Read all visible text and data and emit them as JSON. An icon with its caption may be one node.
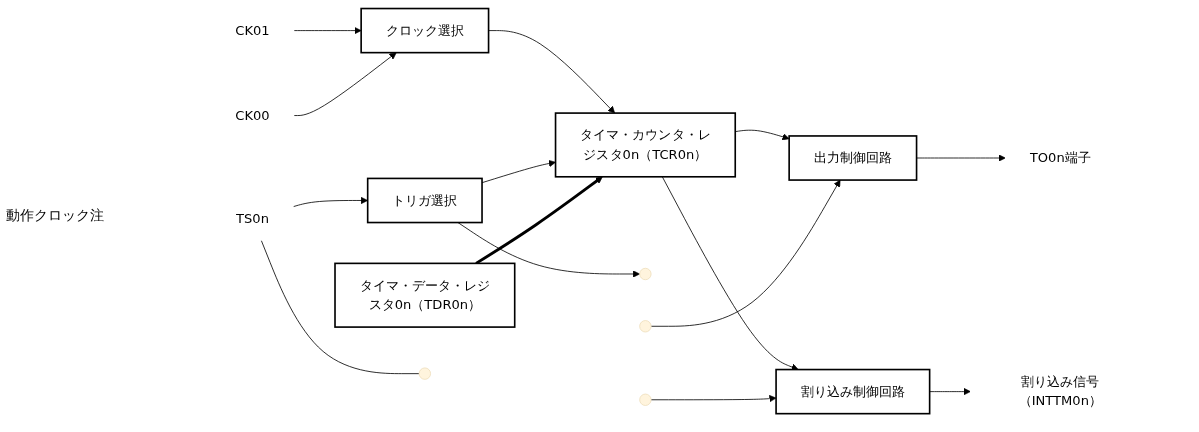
{
  "diagram": {
    "nodes": [
      {
        "text": [
          "CK01"
        ]
      },
      {
        "text": [
          "CK00"
        ]
      },
      {
        "text": [
          "クロック選択"
        ]
      },
      {
        "text": [
          "TS0n"
        ]
      },
      {
        "text": [
          "トリガ選択"
        ]
      },
      {
        "text": [
          "タイマ・カウンタ・レジスタ0n（TCR0n）"
        ]
      },
      {
        "text": [
          "タイマ・データ・レジスタ0n（TDR0n）"
        ]
      },
      {
        "text": [
          "出力制御回路"
        ]
      },
      {
        "text": [
          "割り込み制御回路"
        ]
      },
      {
        "text": [
          "TO0n端子"
        ]
      },
      {
        "text": [
          "割り込み信号（INTTM0n）"
        ]
      }
    ],
    "edges": [
      {
        "from": 0,
        "to": 2,
        "arrow": "to"
      },
      {
        "from": 1,
        "to": 2,
        "arrow": "to"
      },
      {
        "from": 2,
        "to": 5,
        "arrow": "to"
      },
      {
        "from": 3,
        "to": 4,
        "arrow": "to"
      },
      {
        "from": 3,
        "to": null,
        "arrow": "none"
      },
      {
        "from": 4,
        "to": 5,
        "arrow": "to"
      },
      {
        "from": 4,
        "to": null,
        "arrow": "to"
      },
      {
        "from": 6,
        "to": 5,
        "arrow": "to",
        "style": "thick"
      },
      {
        "from": 5,
        "to": 7,
        "arrow": "to"
      },
      {
        "from": 5,
        "to": 8,
        "arrow": "to"
      },
      {
        "from": 7,
        "to": 9,
        "arrow": "to"
      },
      {
        "from": 8,
        "to": 10,
        "arrow": "to"
      },
      {
        "from": null,
        "to": 7,
        "arrow": "to"
      },
      {
        "from": null,
        "to": 8,
        "arrow": "to"
      }
    ],
    "labels": [
      "動作クロック注"
    ]
  }
}
